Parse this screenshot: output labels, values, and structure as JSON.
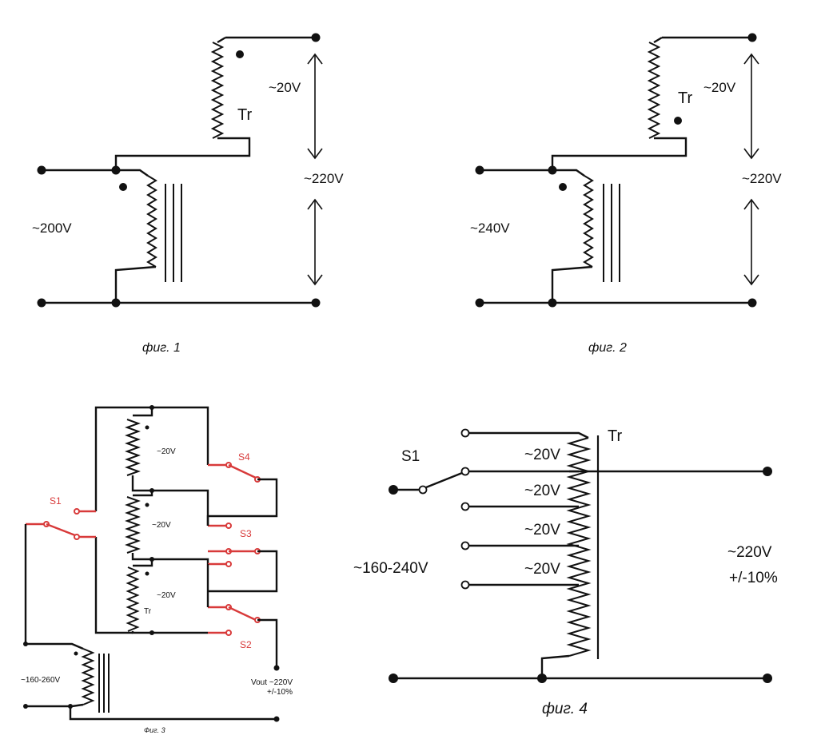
{
  "fig1": {
    "caption": "фиг. 1",
    "input_label": "~200V",
    "booster_label": "~20V",
    "output_label": "~220V",
    "transformer_label": "Tr"
  },
  "fig2": {
    "caption": "фиг. 2",
    "input_label": "~240V",
    "booster_label": "~20V",
    "output_label": "~220V",
    "transformer_label": "Tr"
  },
  "fig3": {
    "caption": "Фиг. 3",
    "input_label": "~160-260V",
    "winding_labels": [
      "~20V",
      "~20V",
      "~20V"
    ],
    "transformer_label": "Tr",
    "switch_labels": [
      "S1",
      "S2",
      "S3",
      "S4"
    ],
    "output_label_line1": "Vout ~220V",
    "output_label_line2": "+/-10%"
  },
  "fig4": {
    "caption": "фиг. 4",
    "switch_label": "S1",
    "transformer_label": "Tr",
    "tap_labels": [
      "~20V",
      "~20V",
      "~20V",
      "~20V"
    ],
    "input_label": "~160-240V",
    "output_label_line1": "~220V",
    "output_label_line2": "+/-10%"
  },
  "colors": {
    "line": "#111111",
    "switch_red": "#d83a3a",
    "background": "#ffffff"
  }
}
